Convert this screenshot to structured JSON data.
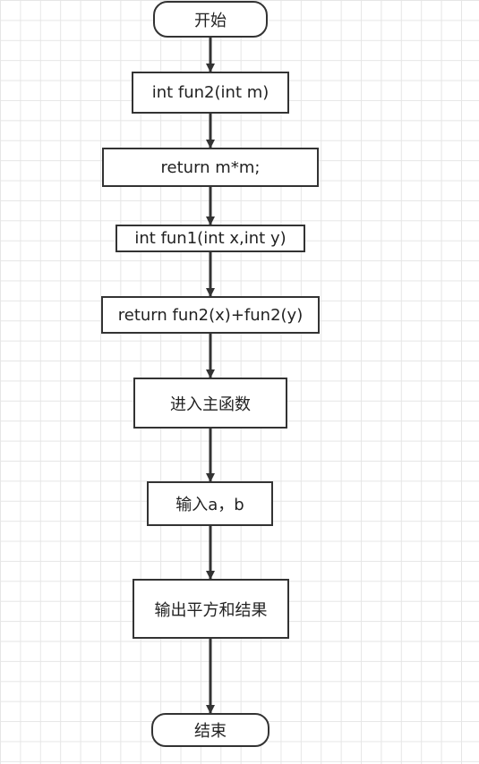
{
  "flowchart": {
    "nodes": [
      {
        "id": "start",
        "shape": "terminal",
        "text": "开始"
      },
      {
        "id": "fun2_decl",
        "shape": "process",
        "text": "int fun2(int m)"
      },
      {
        "id": "return_mm",
        "shape": "process",
        "text": "return m*m;"
      },
      {
        "id": "fun1_decl",
        "shape": "process",
        "text": "int fun1(int x,int y)"
      },
      {
        "id": "return_sum",
        "shape": "process",
        "text": "return fun2(x)+fun2(y)"
      },
      {
        "id": "enter_main",
        "shape": "process",
        "text": "进入主函数"
      },
      {
        "id": "input_ab",
        "shape": "process",
        "text": "输入a，b"
      },
      {
        "id": "output_result",
        "shape": "process",
        "text": "输出平方和结果"
      },
      {
        "id": "end",
        "shape": "terminal",
        "text": "结束"
      }
    ],
    "edges": [
      {
        "from": "start",
        "to": "fun2_decl"
      },
      {
        "from": "fun2_decl",
        "to": "return_mm"
      },
      {
        "from": "return_mm",
        "to": "fun1_decl"
      },
      {
        "from": "fun1_decl",
        "to": "return_sum"
      },
      {
        "from": "return_sum",
        "to": "enter_main"
      },
      {
        "from": "enter_main",
        "to": "input_ab"
      },
      {
        "from": "input_ab",
        "to": "output_result"
      },
      {
        "from": "output_result",
        "to": "end"
      }
    ],
    "colors": {
      "stroke": "#333333",
      "grid": "#e6e6e6",
      "text": "#222222"
    }
  }
}
